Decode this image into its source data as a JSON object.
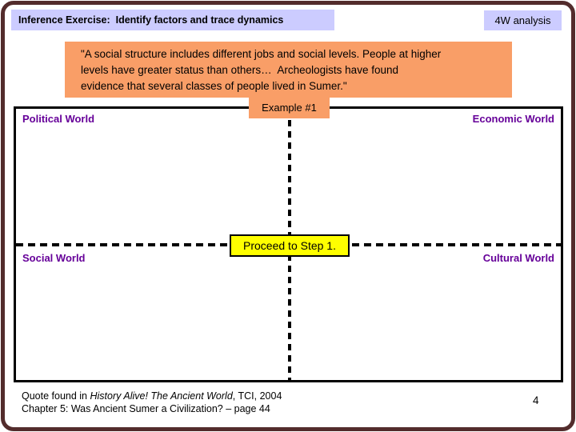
{
  "slide": {
    "title": "Inference Exercise:  Identify factors and trace dynamics",
    "corner_tag": "4W analysis",
    "page_number": "4"
  },
  "quote": {
    "lines": [
      "\"A social structure includes different jobs and social levels. People at higher",
      "levels have greater status than others…  Archeologists have found",
      "evidence that several classes of people lived in Sumer.\""
    ]
  },
  "quadrant": {
    "example_label": "Example #1",
    "proceed_label": "Proceed to Step 1.",
    "top_left": "Political World",
    "top_right": "Economic World",
    "bottom_left": "Social World",
    "bottom_right": "Cultural World"
  },
  "footer": {
    "line1_prefix": "Quote found in ",
    "line1_italic": "History Alive! The Ancient World",
    "line1_suffix": ", TCI, 2004",
    "line2": "Chapter 5: Was Ancient Sumer a Civilization? – page 44"
  },
  "colors": {
    "lavender": "#CCCCFF",
    "orange": "#F99E67",
    "yellow": "#FFFF00",
    "label_purple": "#660099",
    "frame_maroon": "#532C2C"
  }
}
